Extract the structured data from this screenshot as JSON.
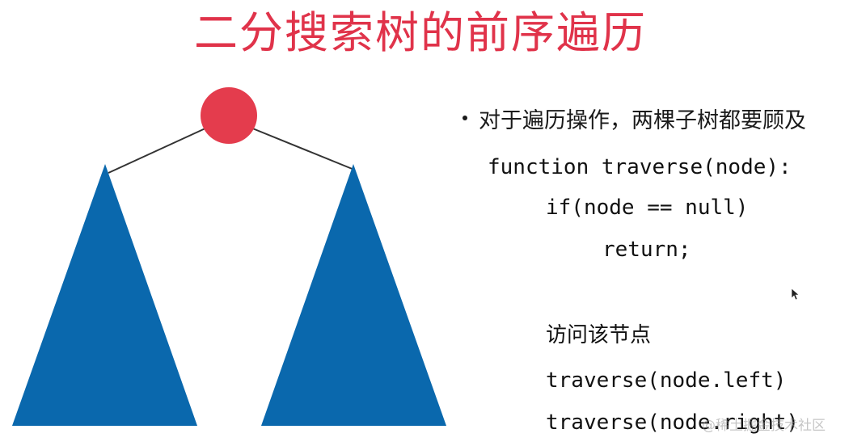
{
  "title": "二分搜索树的前序遍历",
  "colors": {
    "title": "#e0334a",
    "root_node": "#e43c4d",
    "subtree": "#0a68ad",
    "edge": "#333333",
    "text": "#111111"
  },
  "bullet": {
    "text": "对于遍历操作，两棵子树都要顾及"
  },
  "code": {
    "line1": "function traverse(node):",
    "line2": "if(node == null)",
    "line3": "return;",
    "visit": "访问该节点",
    "line4": "traverse(node.left)",
    "line5": "traverse(node.right)"
  },
  "diagram": {
    "root_icon": "circle",
    "left_subtree_icon": "triangle",
    "right_subtree_icon": "triangle"
  },
  "watermark": "@稀土掘金技术社区",
  "icons": {
    "cursor": "mouse-pointer-icon"
  }
}
